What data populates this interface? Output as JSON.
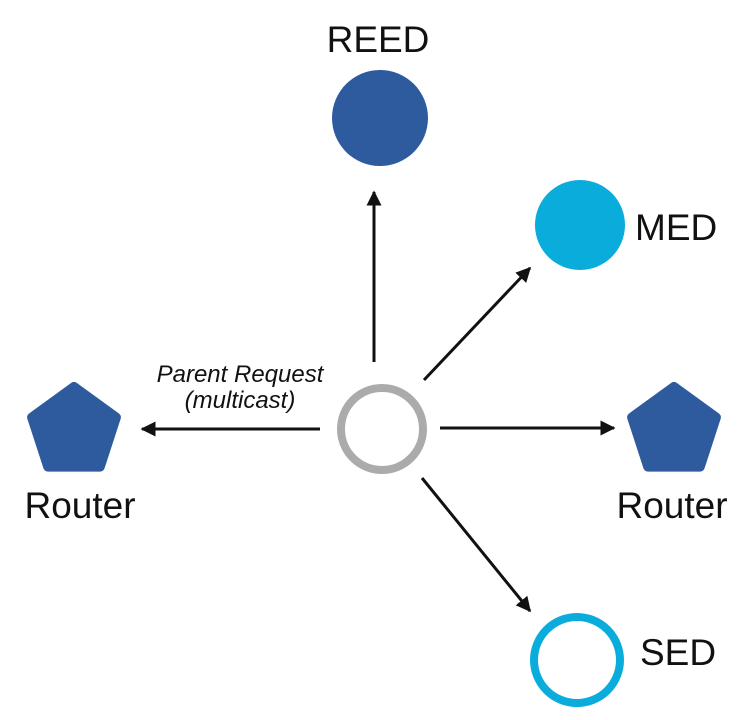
{
  "diagram": {
    "annotation": {
      "line1": "Parent Request",
      "line2": "(multicast)"
    },
    "nodes": {
      "reed": {
        "label": "REED",
        "shape": "filled-circle",
        "color": "#2E5B9E"
      },
      "med": {
        "label": "MED",
        "shape": "filled-circle",
        "color": "#0AACDC"
      },
      "router_left": {
        "label": "Router",
        "shape": "pentagon",
        "color": "#2E5B9E"
      },
      "router_right": {
        "label": "Router",
        "shape": "pentagon",
        "color": "#2E5B9E"
      },
      "sed": {
        "label": "SED",
        "shape": "outlined-circle",
        "color": "#0AACDC"
      },
      "sender": {
        "label": "",
        "shape": "outlined-circle",
        "color": "#ABABAB"
      }
    },
    "edges": [
      {
        "from": "sender",
        "to": "reed"
      },
      {
        "from": "sender",
        "to": "med"
      },
      {
        "from": "sender",
        "to": "router_left"
      },
      {
        "from": "sender",
        "to": "router_right"
      },
      {
        "from": "sender",
        "to": "sed"
      }
    ],
    "colors": {
      "dark_blue": "#2E5B9E",
      "cyan": "#0AACDC",
      "gray": "#ABABAB",
      "arrow": "#111111",
      "background": "#FFFFFF"
    }
  }
}
